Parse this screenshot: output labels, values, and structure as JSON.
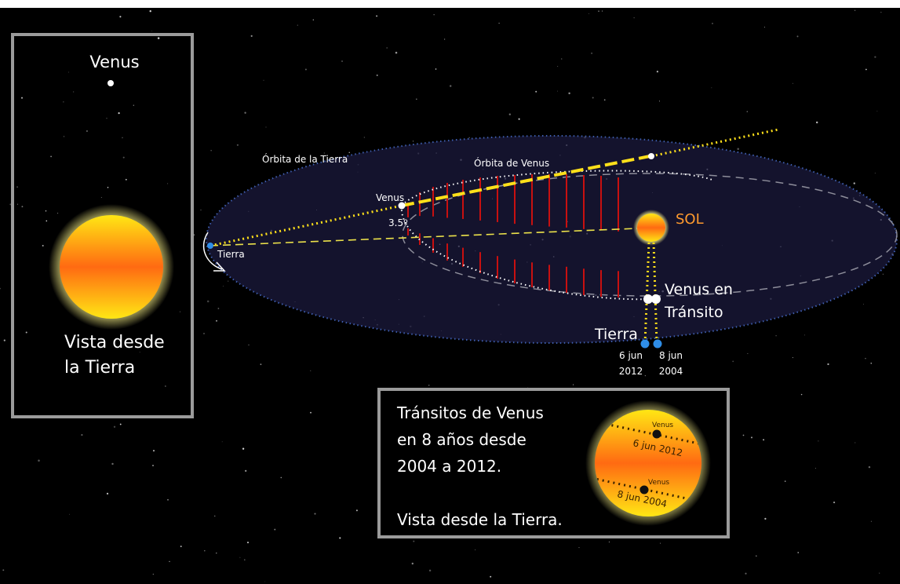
{
  "left_panel": {
    "planet_label": "Venus",
    "caption_line1": "Vista desde",
    "caption_line2": "la Tierra"
  },
  "orbit_diagram": {
    "earth_orbit_label": "Órbita de la Tierra",
    "venus_orbit_label": "Órbita de Venus",
    "venus_label": "Venus",
    "angle_label": "3.5º",
    "earth_label_small": "Tierra",
    "sun_label": "SOL",
    "transit_label_line1": "Venus en",
    "transit_label_line2": "Tránsito",
    "earth_label": "Tierra",
    "date1_day": "6 jun",
    "date1_year": "2012",
    "date2_day": "8 jun",
    "date2_year": "2004"
  },
  "inset": {
    "line1": "Tránsitos de Venus",
    "line2": "en 8 años desde",
    "line3": "2004 a 2012.",
    "line4": "Vista desde la Tierra.",
    "venus_label_top": "Venus",
    "path_2012": "6 jun 2012",
    "venus_label_bottom": "Venus",
    "path_2004": "8 jun 2004"
  },
  "colors": {
    "background": "#000000",
    "panel_border": "#9b9b9b",
    "orbit_dots": "#3f5fb0",
    "sight_line": "#ffe01a",
    "sun_label": "#ff9a2e",
    "tilt_marks": "#c81010",
    "earth_point": "#2f8ee8"
  }
}
